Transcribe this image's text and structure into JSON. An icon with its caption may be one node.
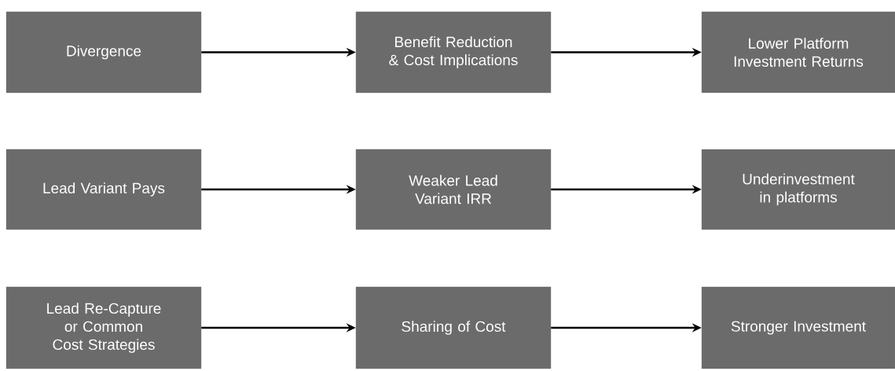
{
  "diagram": {
    "nodes": [
      {
        "text": [
          "Divergence"
        ]
      },
      {
        "text": [
          "Benefit Reduction & Cost Implications"
        ]
      },
      {
        "text": [
          "Lower Platform Investment Returns"
        ]
      },
      {
        "text": [
          "Lead Variant Pays"
        ]
      },
      {
        "text": [
          "Weaker Lead Variant IRR"
        ]
      },
      {
        "text": [
          "Underinvestment in platforms"
        ]
      },
      {
        "text": [
          "Lead Re-Capture or Common Cost Strategies"
        ]
      },
      {
        "text": [
          "Sharing of Cost"
        ]
      },
      {
        "text": [
          "Stronger Investment"
        ]
      }
    ],
    "edges": [
      {
        "from": 0,
        "to": 1,
        "arrow": "to"
      },
      {
        "from": 1,
        "to": 2,
        "arrow": "to"
      },
      {
        "from": 3,
        "to": 4,
        "arrow": "to"
      },
      {
        "from": 4,
        "to": 5,
        "arrow": "to"
      },
      {
        "from": 6,
        "to": 7,
        "arrow": "to"
      },
      {
        "from": 7,
        "to": 8,
        "arrow": "to"
      }
    ]
  }
}
